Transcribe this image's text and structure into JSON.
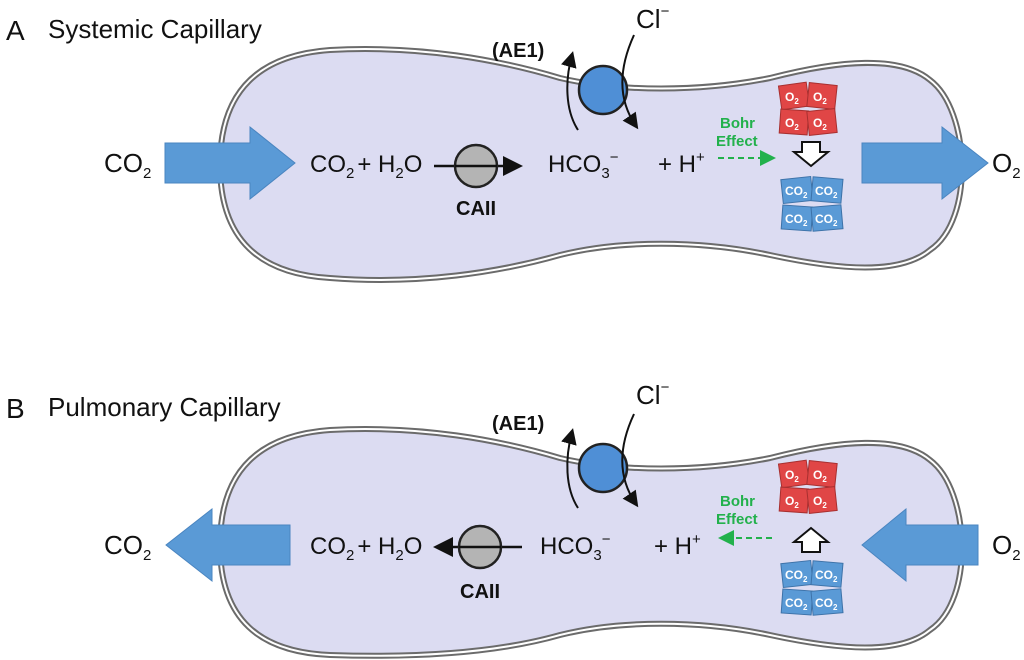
{
  "panels": [
    {
      "letter": "A",
      "title": "Systemic Capillary",
      "left_gas": "CO",
      "left_gas_sub": "2",
      "right_gas": "O",
      "right_gas_sub": "2",
      "reaction": {
        "lhs_a": "CO",
        "lhs_a_sub": "2",
        "plus1": "+ H",
        "lhs_b_sub": "2",
        "lhs_b_end": "O",
        "product": "HCO",
        "product_sub": "3",
        "product_sup": "−",
        "proton": "+ H",
        "proton_sup": "+",
        "direction": "forward"
      },
      "enzyme": "CAII",
      "transporter": "(AE1)",
      "anion": "Cl",
      "anion_sup": "−",
      "bohr": [
        "Bohr",
        "Effect"
      ],
      "hb_top_label": "O",
      "hb_top_sub": "2",
      "hb_bottom_label": "CO",
      "hb_bottom_sub": "2",
      "hb_conversion": "oxy-to-carbamino"
    },
    {
      "letter": "B",
      "title": "Pulmonary Capillary",
      "left_gas": "CO",
      "left_gas_sub": "2",
      "right_gas": "O",
      "right_gas_sub": "2",
      "reaction": {
        "lhs_a": "CO",
        "lhs_a_sub": "2",
        "plus1": "+ H",
        "lhs_b_sub": "2",
        "lhs_b_end": "O",
        "product": "HCO",
        "product_sub": "3",
        "product_sup": "−",
        "proton": "+ H",
        "proton_sup": "+",
        "direction": "reverse"
      },
      "enzyme": "CAII",
      "transporter": "(AE1)",
      "anion": "Cl",
      "anion_sup": "−",
      "bohr": [
        "Bohr",
        "Effect"
      ],
      "hb_top_label": "O",
      "hb_top_sub": "2",
      "hb_bottom_label": "CO",
      "hb_bottom_sub": "2",
      "hb_conversion": "carbamino-to-oxy"
    }
  ],
  "colors": {
    "cell_fill": "#dcdcf2",
    "cell_outline": "#6b6b6b",
    "gas_arrow": "#5a9ad6",
    "transporter": "#4f8fd6",
    "enzyme": "#b4b4b4",
    "oxy_hb": "#e04646",
    "carb_hb": "#5a9ad6",
    "bohr": "#22b14c"
  }
}
